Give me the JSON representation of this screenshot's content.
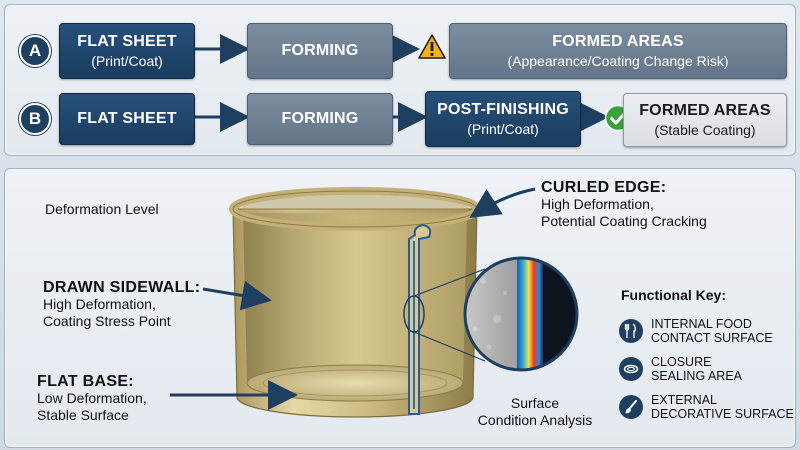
{
  "process": {
    "row_a": {
      "letter": "A",
      "step1": {
        "title": "FLAT SHEET",
        "sub": "(Print/Coat)"
      },
      "step2": {
        "title": "FORMING"
      },
      "result": {
        "title": "FORMED AREAS",
        "sub": "(Appearance/Coating Change Risk)"
      },
      "status_icon": "warning-icon"
    },
    "row_b": {
      "letter": "B",
      "step1": {
        "title": "FLAT SHEET"
      },
      "step2": {
        "title": "FORMING"
      },
      "step3": {
        "title": "POST-FINISHING",
        "sub": "(Print/Coat)"
      },
      "result": {
        "title": "FORMED AREAS",
        "sub": "(Stable Coating)"
      },
      "status_icon": "checkmark-icon"
    }
  },
  "diagram": {
    "deformation_level": "Deformation Level",
    "curled_edge": {
      "title": "CURLED EDGE:",
      "line1": "High Deformation,",
      "line2": "Potential Coating Cracking"
    },
    "drawn_sidewall": {
      "title": "DRAWN SIDEWALL:",
      "line1": "High Deformation,",
      "line2": "Coating Stress Point"
    },
    "flat_base": {
      "title": "FLAT BASE:",
      "line1": "Low Deformation,",
      "line2": "Stable Surface"
    },
    "surface_analysis": {
      "line1": "Surface",
      "line2": "Condition Analysis"
    }
  },
  "functional_key": {
    "title": "Functional Key:",
    "items": [
      {
        "icon": "utensils-icon",
        "line1": "Internal Food",
        "line2": "Contact Surface"
      },
      {
        "icon": "seal-ring-icon",
        "line1": "Closure",
        "line2": "Sealing Area"
      },
      {
        "icon": "paintbrush-icon",
        "line1": "External",
        "line2": "Decorative Surface"
      }
    ]
  },
  "colors": {
    "dark_box": "#1a3d60",
    "gray_box": "#647589",
    "warning": "#f2b21b",
    "success": "#3aa23a",
    "can_gold": "#c9b677"
  }
}
